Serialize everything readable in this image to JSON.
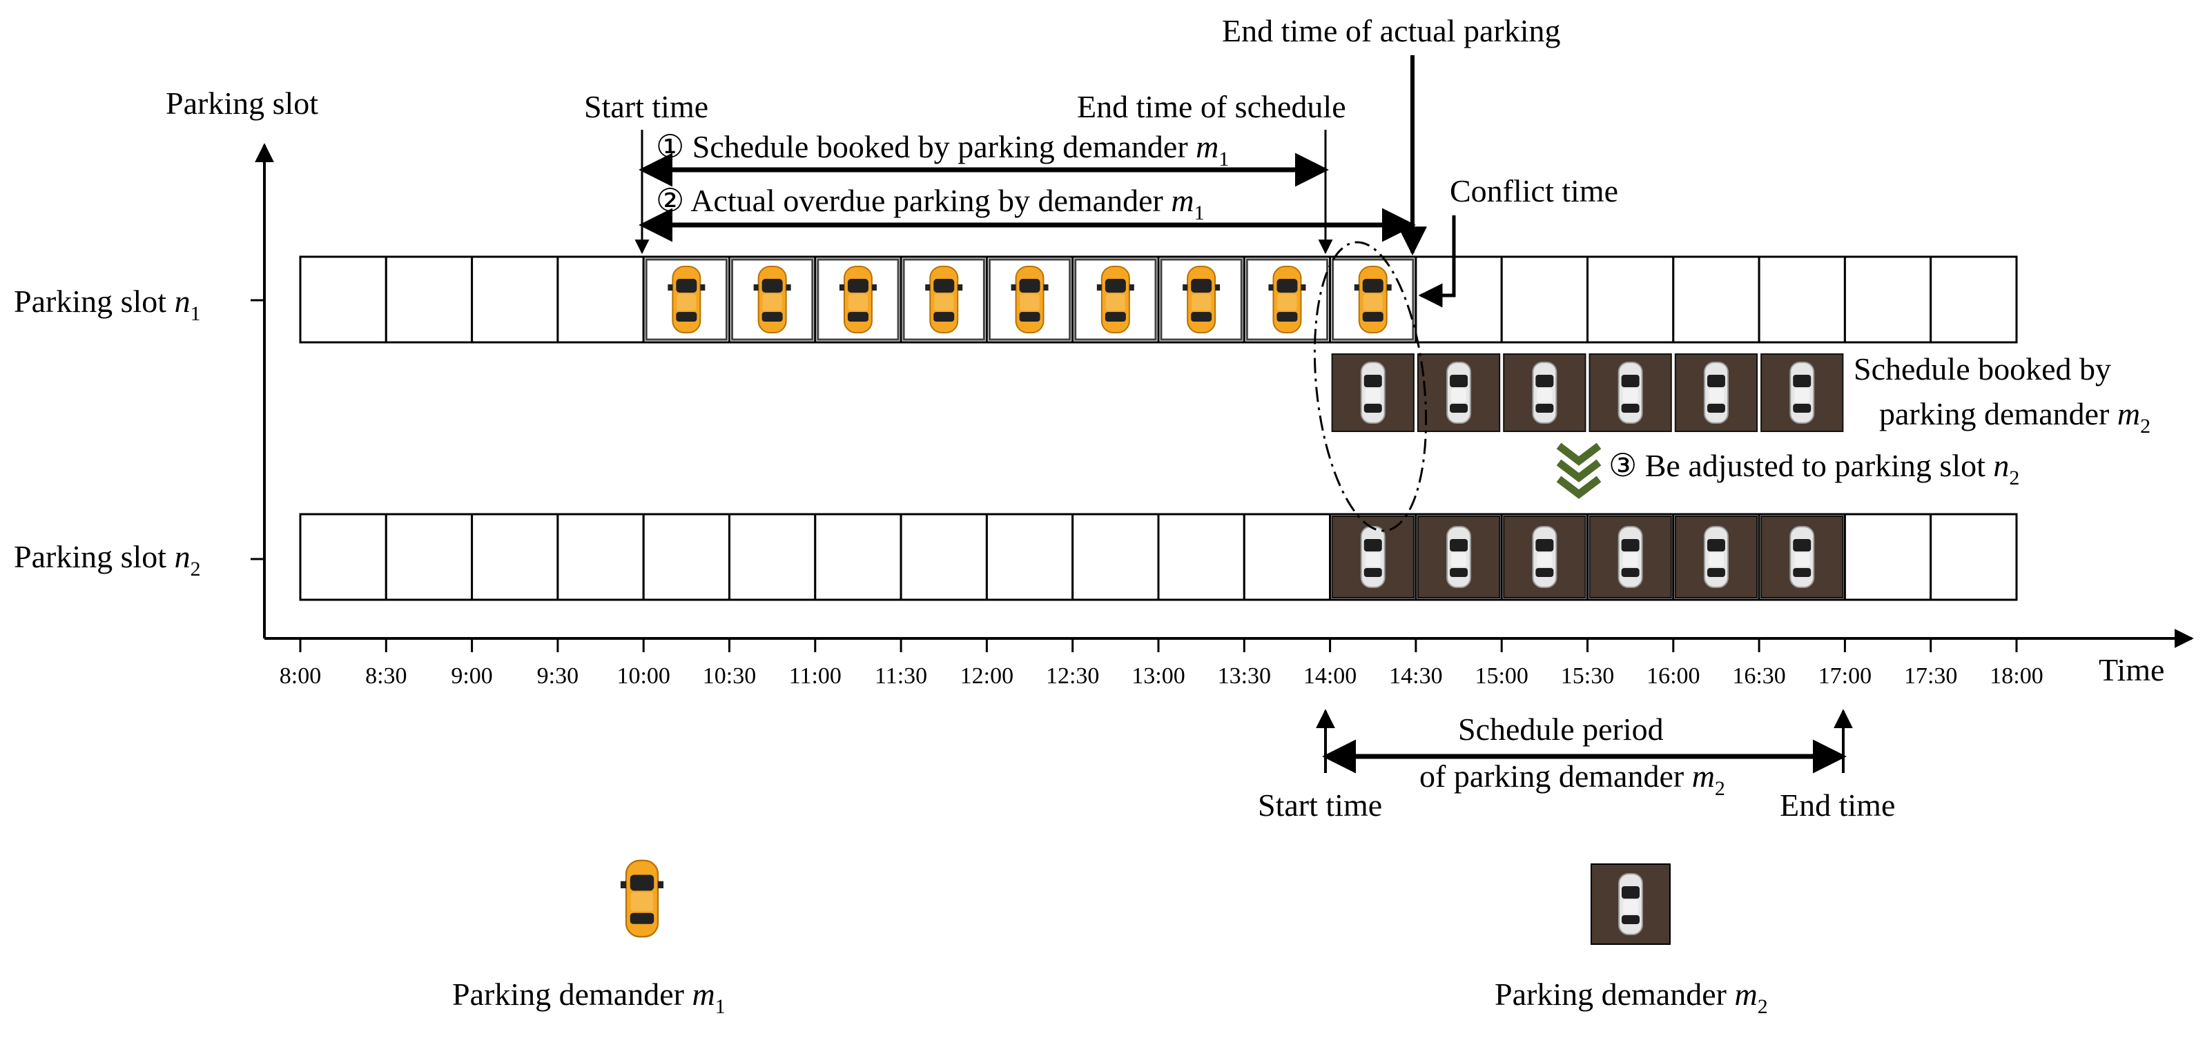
{
  "axes": {
    "y_label": "Parking slot",
    "x_label": "Time"
  },
  "time_ticks": [
    "8:00",
    "8:30",
    "9:00",
    "9:30",
    "10:00",
    "10:30",
    "11:00",
    "11:30",
    "12:00",
    "12:30",
    "13:00",
    "13:30",
    "14:00",
    "14:30",
    "15:00",
    "15:30",
    "16:00",
    "16:30",
    "17:00",
    "17:30",
    "18:00"
  ],
  "rows": {
    "n1": {
      "label": "Parking slot ",
      "var": "n",
      "sub": "1"
    },
    "n2": {
      "label": "Parking slot ",
      "var": "n",
      "sub": "2"
    }
  },
  "annotations": {
    "start_time_top": "Start time",
    "end_time_schedule": "End time of schedule",
    "end_time_actual": "End time of actual parking",
    "conflict_time": "Conflict time",
    "arrow1": {
      "text": "① Schedule booked by parking demander ",
      "var": "m",
      "sub": "1"
    },
    "arrow2": {
      "text": "② Actual overdue parking by demander ",
      "var": "m",
      "sub": "1"
    },
    "booked_m2_line1": "Schedule booked by",
    "booked_m2_line2": {
      "text": "parking demander ",
      "var": "m",
      "sub": "2"
    },
    "adjust": {
      "text": "③ Be adjusted to parking slot ",
      "var": "n",
      "sub": "2"
    },
    "schedule_period_line1": "Schedule period",
    "schedule_period_line2": {
      "text": "of parking demander ",
      "var": "m",
      "sub": "2"
    },
    "start_time_bottom": "Start time",
    "end_time_bottom": "End time"
  },
  "legend": {
    "m1": {
      "text": "Parking demander ",
      "var": "m",
      "sub": "1"
    },
    "m2": {
      "text": "Parking demander ",
      "var": "m",
      "sub": "2"
    }
  },
  "schedule": {
    "slot_n1_yellow_cells": [
      "10:00",
      "10:30",
      "11:00",
      "11:30",
      "12:00",
      "12:30",
      "13:00",
      "13:30",
      "14:00"
    ],
    "booked_m2_dark_cells": [
      "14:00",
      "14:30",
      "15:00",
      "15:30",
      "16:00",
      "16:30"
    ],
    "slot_n2_dark_cells": [
      "14:00",
      "14:30",
      "15:00",
      "15:30",
      "16:00",
      "16:30"
    ]
  },
  "colors": {
    "yellow_car": "#f5a623",
    "dark_cell": "#4a3a30",
    "chevron": "#4f6b2a"
  }
}
